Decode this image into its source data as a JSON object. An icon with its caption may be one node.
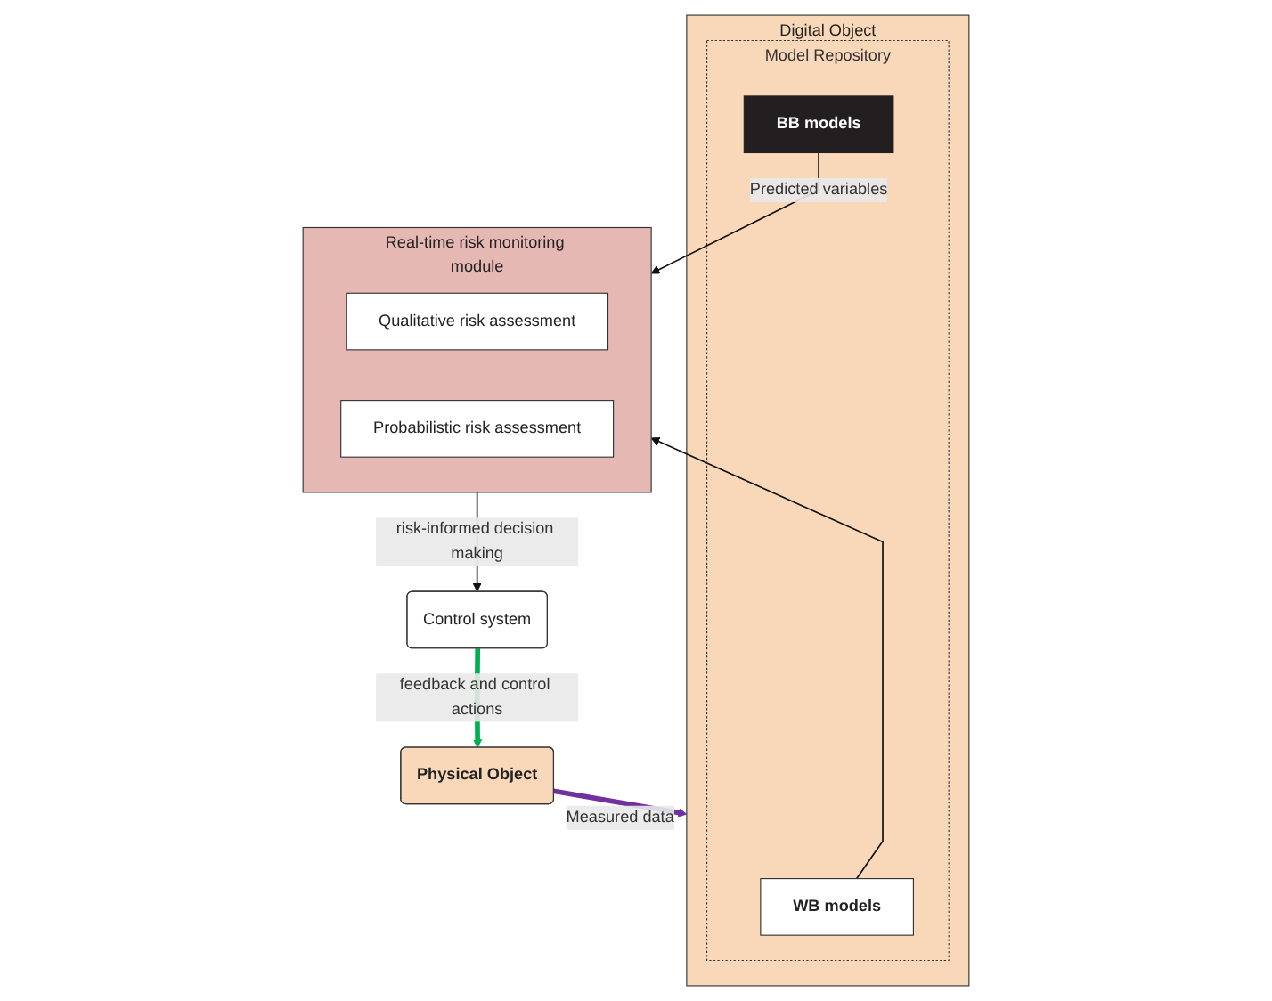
{
  "diagram": {
    "nodes": [
      {
        "text": [
          "Digital Object"
        ]
      },
      {
        "text": [
          "Model Repository"
        ],
        "in": 0
      },
      {
        "text": [
          "WB models"
        ],
        "in": 1
      },
      {
        "text": [
          "BB models"
        ],
        "in": 1
      },
      {
        "text": [
          "Physical Object"
        ]
      },
      {
        "text": [
          "Real-time risk monitoring module"
        ]
      },
      {
        "text": [
          "Qualitative risk assessment"
        ],
        "in": 5
      },
      {
        "text": [
          "Probabilistic risk assessment"
        ],
        "in": 5
      },
      {
        "text": [
          "Control system"
        ]
      }
    ],
    "edges": [
      {
        "from": 4,
        "to": 0,
        "arrow": "to",
        "label": "Measured data",
        "style": "thick",
        "color": "#7030a0"
      },
      {
        "from": 2,
        "to": 5,
        "arrow": "to"
      },
      {
        "from": 3,
        "to": 5,
        "arrow": "to",
        "label": "Predicted variables"
      },
      {
        "from": 5,
        "to": 8,
        "arrow": "to",
        "label": "risk-informed decision making"
      },
      {
        "from": 8,
        "to": 4,
        "arrow": "to",
        "label": "feedback and control actions",
        "style": "thick",
        "color": "#00b050"
      }
    ]
  }
}
